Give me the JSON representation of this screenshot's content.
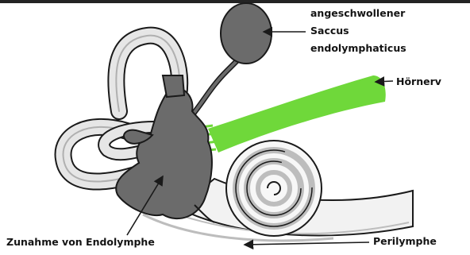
{
  "labels": {
    "saccus_line1": "angeschwollener",
    "saccus_line2": "Saccus",
    "saccus_line3": "endolymphaticus",
    "hoernerv": "Hörnerv",
    "endolymphe": "Zunahme von Endolymphe",
    "perilymphe": "Perilymphe"
  },
  "colors": {
    "nerve": "#6fd83a",
    "endolymph": "#6b6b6b",
    "canal": "#e6e6e6",
    "outline": "#1a1a1a",
    "background": "#ffffff",
    "top_bar": "#232323"
  }
}
